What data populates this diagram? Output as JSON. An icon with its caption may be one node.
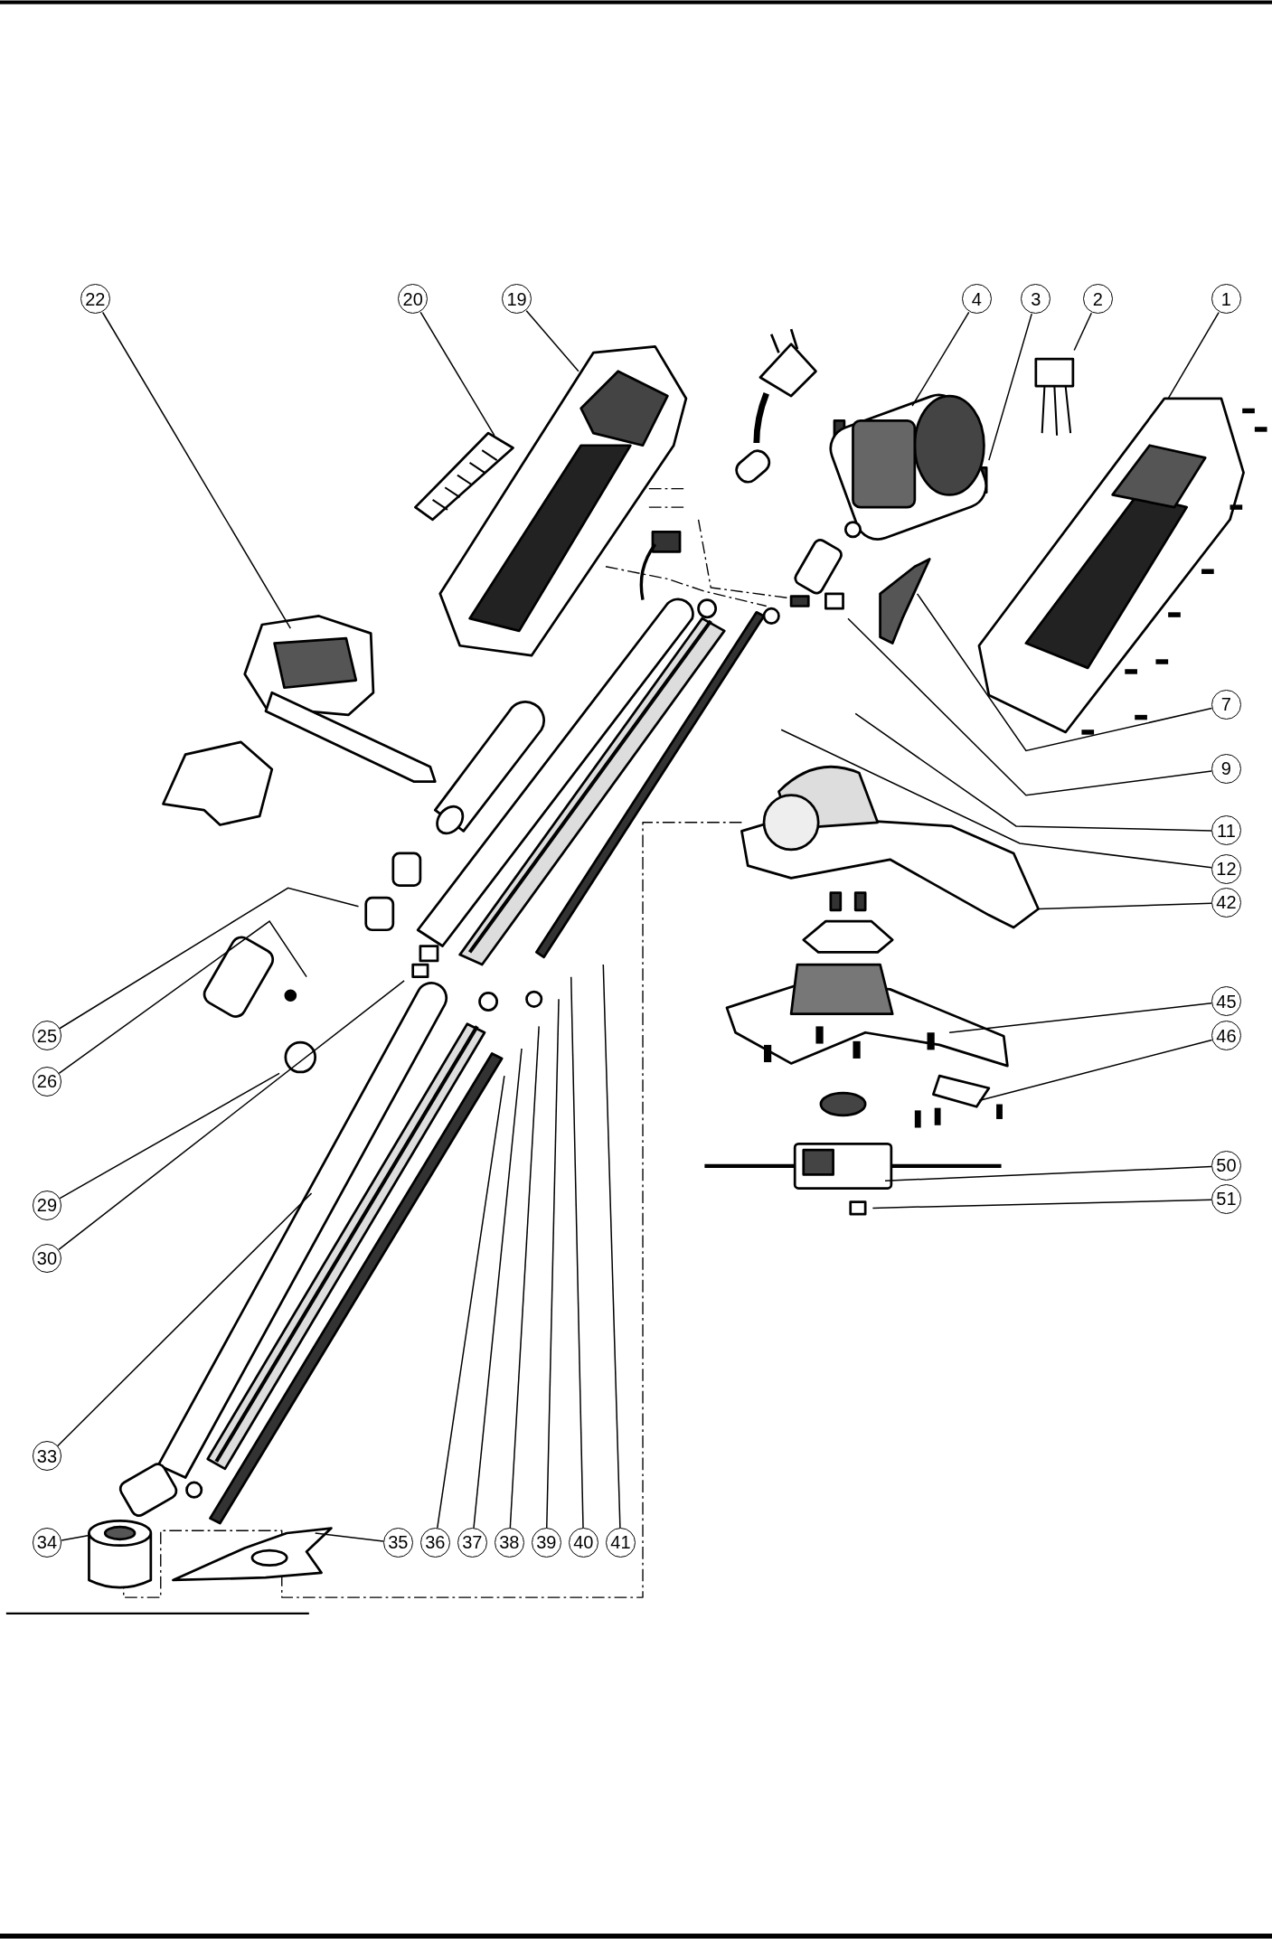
{
  "diagram": {
    "nodes": [
      {
        "text": [
          "22"
        ]
      },
      {
        "text": [
          "20"
        ]
      },
      {
        "text": [
          "19"
        ]
      },
      {
        "text": [
          "4"
        ]
      },
      {
        "text": [
          "3"
        ]
      },
      {
        "text": [
          "2"
        ]
      },
      {
        "text": [
          "1"
        ]
      },
      {
        "text": [
          "7"
        ]
      },
      {
        "text": [
          "9"
        ]
      },
      {
        "text": [
          "11"
        ]
      },
      {
        "text": [
          "12"
        ]
      },
      {
        "text": [
          "42"
        ]
      },
      {
        "text": [
          "45"
        ]
      },
      {
        "text": [
          "46"
        ]
      },
      {
        "text": [
          "50"
        ]
      },
      {
        "text": [
          "51"
        ]
      },
      {
        "text": [
          "25"
        ]
      },
      {
        "text": [
          "26"
        ]
      },
      {
        "text": [
          "29"
        ]
      },
      {
        "text": [
          "30"
        ]
      },
      {
        "text": [
          "33"
        ]
      },
      {
        "text": [
          "34"
        ]
      },
      {
        "text": [
          "35"
        ]
      },
      {
        "text": [
          "36"
        ]
      },
      {
        "text": [
          "37"
        ]
      },
      {
        "text": [
          "38"
        ]
      },
      {
        "text": [
          "39"
        ]
      },
      {
        "text": [
          "40"
        ]
      },
      {
        "text": [
          "41"
        ]
      }
    ],
    "edges": [
      {
        "from": 0,
        "to": null,
        "arrow": "none"
      },
      {
        "from": 1,
        "to": null,
        "arrow": "none"
      },
      {
        "from": 2,
        "to": null,
        "arrow": "none"
      },
      {
        "from": 3,
        "to": null,
        "arrow": "none"
      },
      {
        "from": 4,
        "to": null,
        "arrow": "none"
      },
      {
        "from": 5,
        "to": null,
        "arrow": "none"
      },
      {
        "from": 6,
        "to": null,
        "arrow": "none"
      },
      {
        "from": 7,
        "to": null,
        "arrow": "none"
      },
      {
        "from": 8,
        "to": null,
        "arrow": "none"
      },
      {
        "from": 9,
        "to": null,
        "arrow": "none"
      },
      {
        "from": 10,
        "to": null,
        "arrow": "none"
      },
      {
        "from": 11,
        "to": null,
        "arrow": "none"
      },
      {
        "from": 12,
        "to": null,
        "arrow": "none"
      },
      {
        "from": 13,
        "to": null,
        "arrow": "none"
      },
      {
        "from": 14,
        "to": null,
        "arrow": "none"
      },
      {
        "from": 15,
        "to": null,
        "arrow": "none"
      },
      {
        "from": 16,
        "to": null,
        "arrow": "none"
      },
      {
        "from": 17,
        "to": null,
        "arrow": "none"
      },
      {
        "from": 18,
        "to": null,
        "arrow": "none"
      },
      {
        "from": 19,
        "to": null,
        "arrow": "none"
      },
      {
        "from": 20,
        "to": null,
        "arrow": "none"
      },
      {
        "from": 21,
        "to": null,
        "arrow": "none"
      },
      {
        "from": 22,
        "to": null,
        "arrow": "none"
      },
      {
        "from": 23,
        "to": null,
        "arrow": "none"
      },
      {
        "from": 24,
        "to": null,
        "arrow": "none"
      },
      {
        "from": 25,
        "to": null,
        "arrow": "none"
      },
      {
        "from": 26,
        "to": null,
        "arrow": "none"
      },
      {
        "from": 27,
        "to": null,
        "arrow": "none"
      },
      {
        "from": 28,
        "to": null,
        "arrow": "none"
      }
    ]
  }
}
